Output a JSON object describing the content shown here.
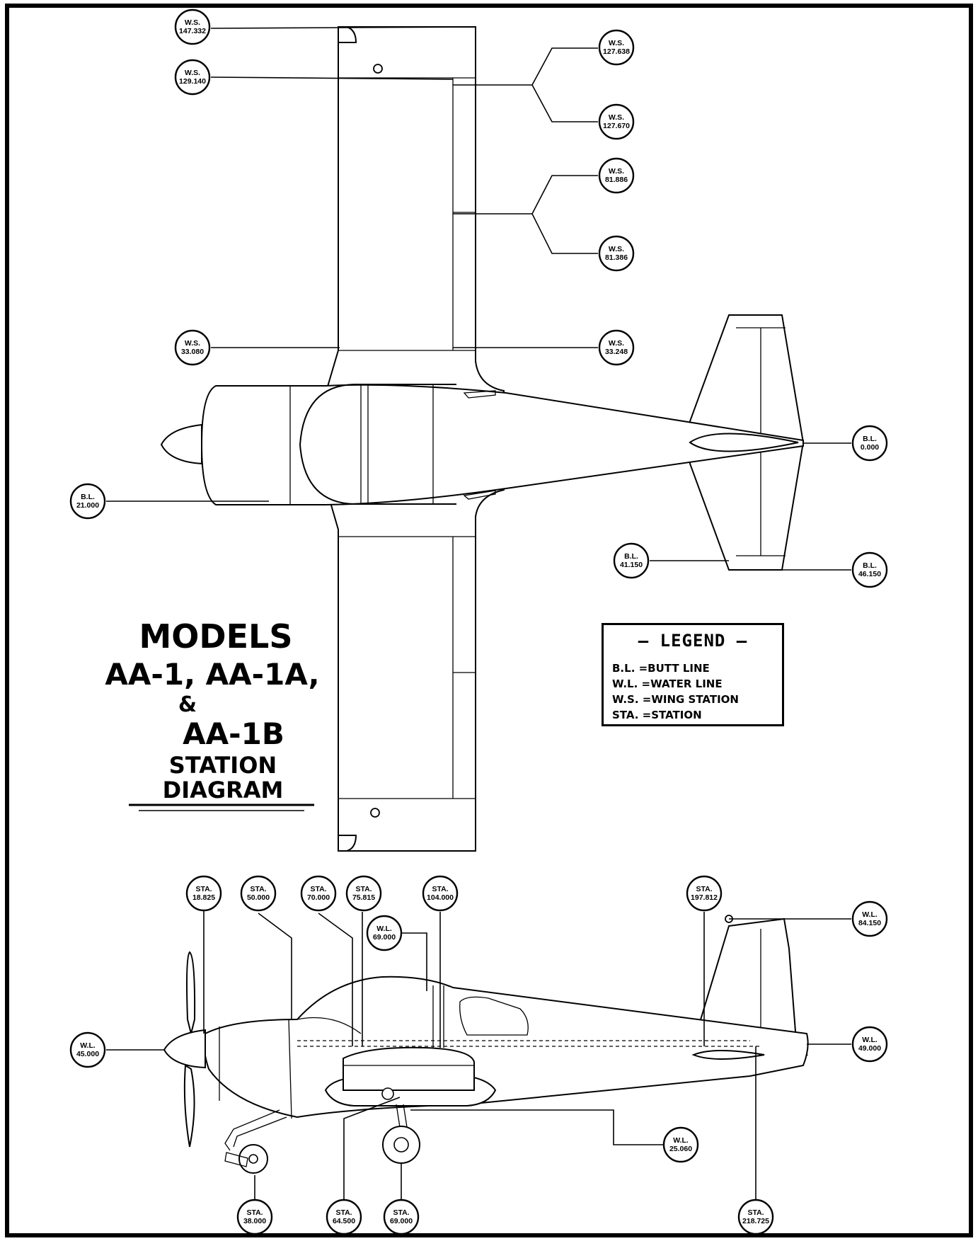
{
  "title": {
    "line1": "MODELS",
    "line2": "AA-1, AA-1A,",
    "line3": "&",
    "line4": "AA-1B",
    "line5": "STATION",
    "line6": "DIAGRAM"
  },
  "legend": {
    "title": "— LEGEND —",
    "items": [
      "B.L. =BUTT LINE",
      "W.L. =WATER LINE",
      "W.S. =WING STATION",
      "STA. =STATION"
    ]
  },
  "callouts": {
    "ws_147": [
      "W.S.",
      "147.332"
    ],
    "ws_129": [
      "W.S.",
      "129.140"
    ],
    "ws_127a": [
      "W.S.",
      "127.638"
    ],
    "ws_127b": [
      "W.S.",
      "127.670"
    ],
    "ws_81a": [
      "W.S.",
      "81.886"
    ],
    "ws_81b": [
      "W.S.",
      "81.386"
    ],
    "ws_33a": [
      "W.S.",
      "33.080"
    ],
    "ws_33b": [
      "W.S.",
      "33.248"
    ],
    "bl_0": [
      "B.L.",
      "0.000"
    ],
    "bl_21": [
      "B.L.",
      "21.000"
    ],
    "bl_41": [
      "B.L.",
      "41.150"
    ],
    "bl_46": [
      "B.L.",
      "46.150"
    ],
    "sta_18": [
      "STA.",
      "18.825"
    ],
    "sta_50": [
      "STA.",
      "50.000"
    ],
    "sta_70": [
      "STA.",
      "70.000"
    ],
    "sta_75": [
      "STA.",
      "75.815"
    ],
    "sta_104": [
      "STA.",
      "104.000"
    ],
    "sta_197": [
      "STA.",
      "197.812"
    ],
    "wl_84": [
      "W.L.",
      "84.150"
    ],
    "wl_69": [
      "W.L.",
      "69.000"
    ],
    "wl_45": [
      "W.L.",
      "45.000"
    ],
    "wl_49": [
      "W.L.",
      "49.000"
    ],
    "wl_25": [
      "W.L.",
      "25.060"
    ],
    "sta_38": [
      "STA.",
      "38.000"
    ],
    "sta_64": [
      "STA.",
      "64.500"
    ],
    "sta_69": [
      "STA.",
      "69.000"
    ],
    "sta_218": [
      "STA.",
      "218.725"
    ]
  }
}
